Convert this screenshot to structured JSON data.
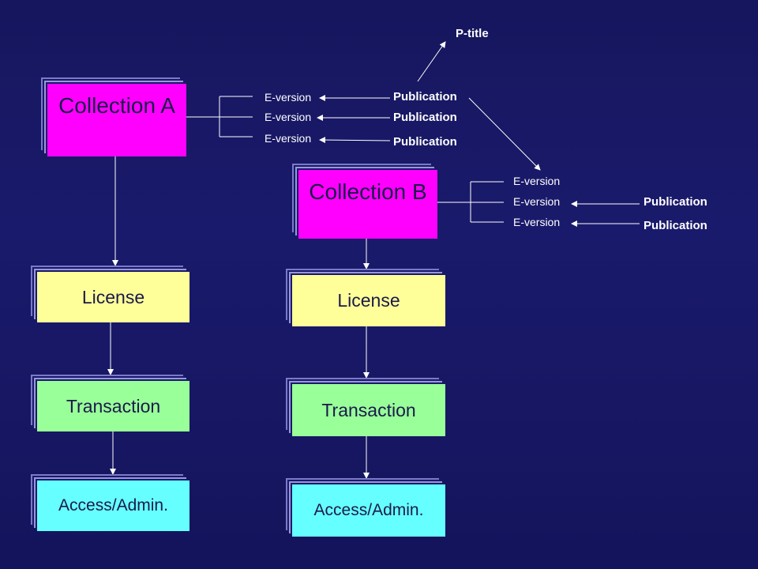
{
  "collections": [
    {
      "name": "Collection A",
      "steps": [
        "License",
        "Transaction",
        "Access/Admin."
      ],
      "eversions": [
        "E-version",
        "E-version",
        "E-version"
      ],
      "publications": [
        "Publication",
        "Publication",
        "Publication"
      ]
    },
    {
      "name": "Collection B",
      "steps": [
        "License",
        "Transaction",
        "Access/Admin."
      ],
      "eversions": [
        "E-version",
        "E-version",
        "E-version"
      ],
      "publications": [
        "Publication",
        "Publication"
      ]
    }
  ],
  "ptitle": "P-title",
  "colors": {
    "background": "#1a1a6c",
    "collection": "#ff00ff",
    "license": "#ffff99",
    "transaction": "#99ff99",
    "access": "#66ffff",
    "lines": "#ffffff"
  }
}
